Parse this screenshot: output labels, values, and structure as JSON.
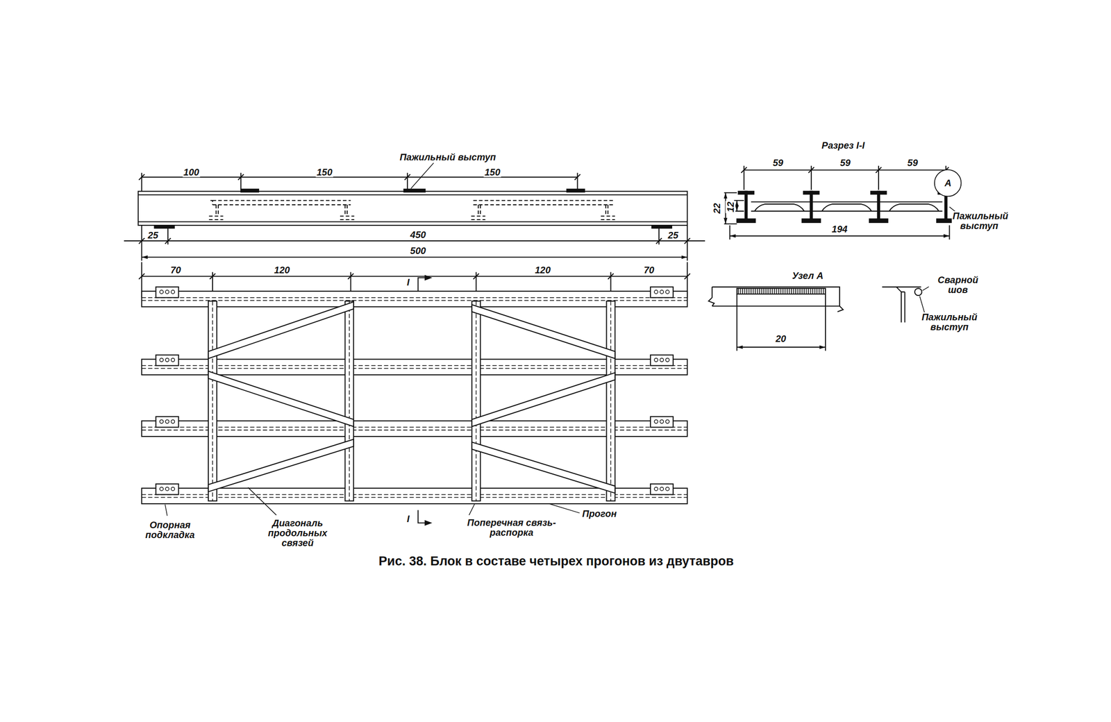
{
  "diagram": {
    "caption": "Рис. 38. Блок в составе четырех прогонов из двутавров",
    "nodes": [
      {
        "text": [
          "A"
        ]
      }
    ],
    "labels": [
      "Пажильный выступ",
      "100",
      "150",
      "150",
      "25",
      "450",
      "25",
      "500",
      "70",
      "120",
      "120",
      "70",
      "I",
      "I",
      "Опорная подкладка",
      "Диагональ продольных связей",
      "Поперечная связь-распорка",
      "Прогон",
      "Разрез I-I",
      "59",
      "59",
      "59",
      "22",
      "12",
      "194",
      "Пажильный выступ",
      "Узел А",
      "20",
      "Сварной шов",
      "Пажильный выступ"
    ]
  }
}
